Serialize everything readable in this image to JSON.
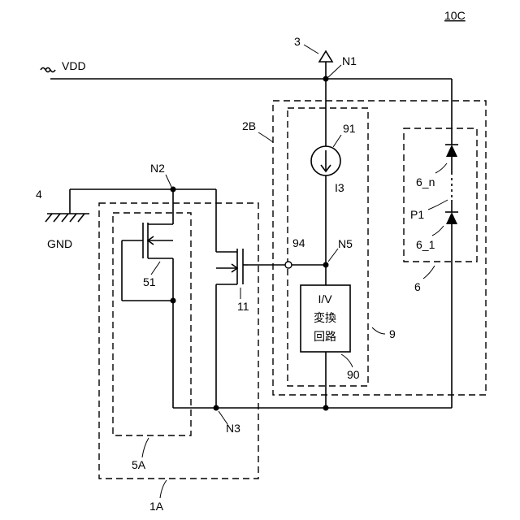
{
  "figure_id": "10C",
  "labels": {
    "vdd": "VDD",
    "gnd": "GND",
    "terminal_3": "3",
    "terminal_4": "4",
    "n1": "N1",
    "n2": "N2",
    "n3": "N3",
    "n5": "N5",
    "block_2b": "2B",
    "source_91": "91",
    "i3": "I3",
    "node_94": "94",
    "iv_line1": "I/V",
    "iv_line2": "変換",
    "iv_line3": "回路",
    "block_90": "90",
    "block_9": "9",
    "block_6": "6",
    "diode_6n": "6_n",
    "diode_61": "6_1",
    "path_p1": "P1",
    "transistor_51": "51",
    "transistor_11": "11",
    "block_5a": "5A",
    "block_1a": "1A"
  }
}
